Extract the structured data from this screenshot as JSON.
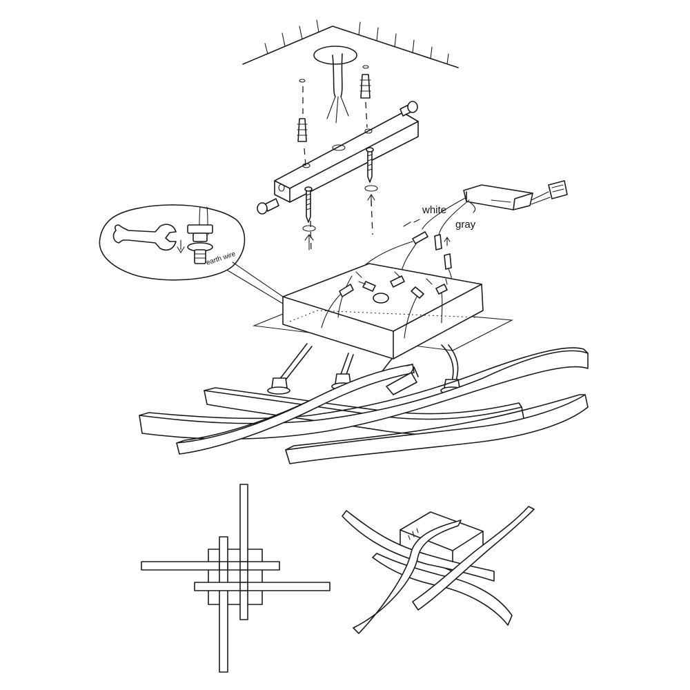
{
  "labels": {
    "white": "white",
    "gray": "gray",
    "earth_wire": "earth wire"
  },
  "icons": [
    "wrench-icon",
    "screw-icon",
    "wall-anchor-icon",
    "arrow-up-icon",
    "arrow-down-icon"
  ],
  "colors": {
    "line": "#1a1a1a",
    "background": "#ffffff"
  }
}
